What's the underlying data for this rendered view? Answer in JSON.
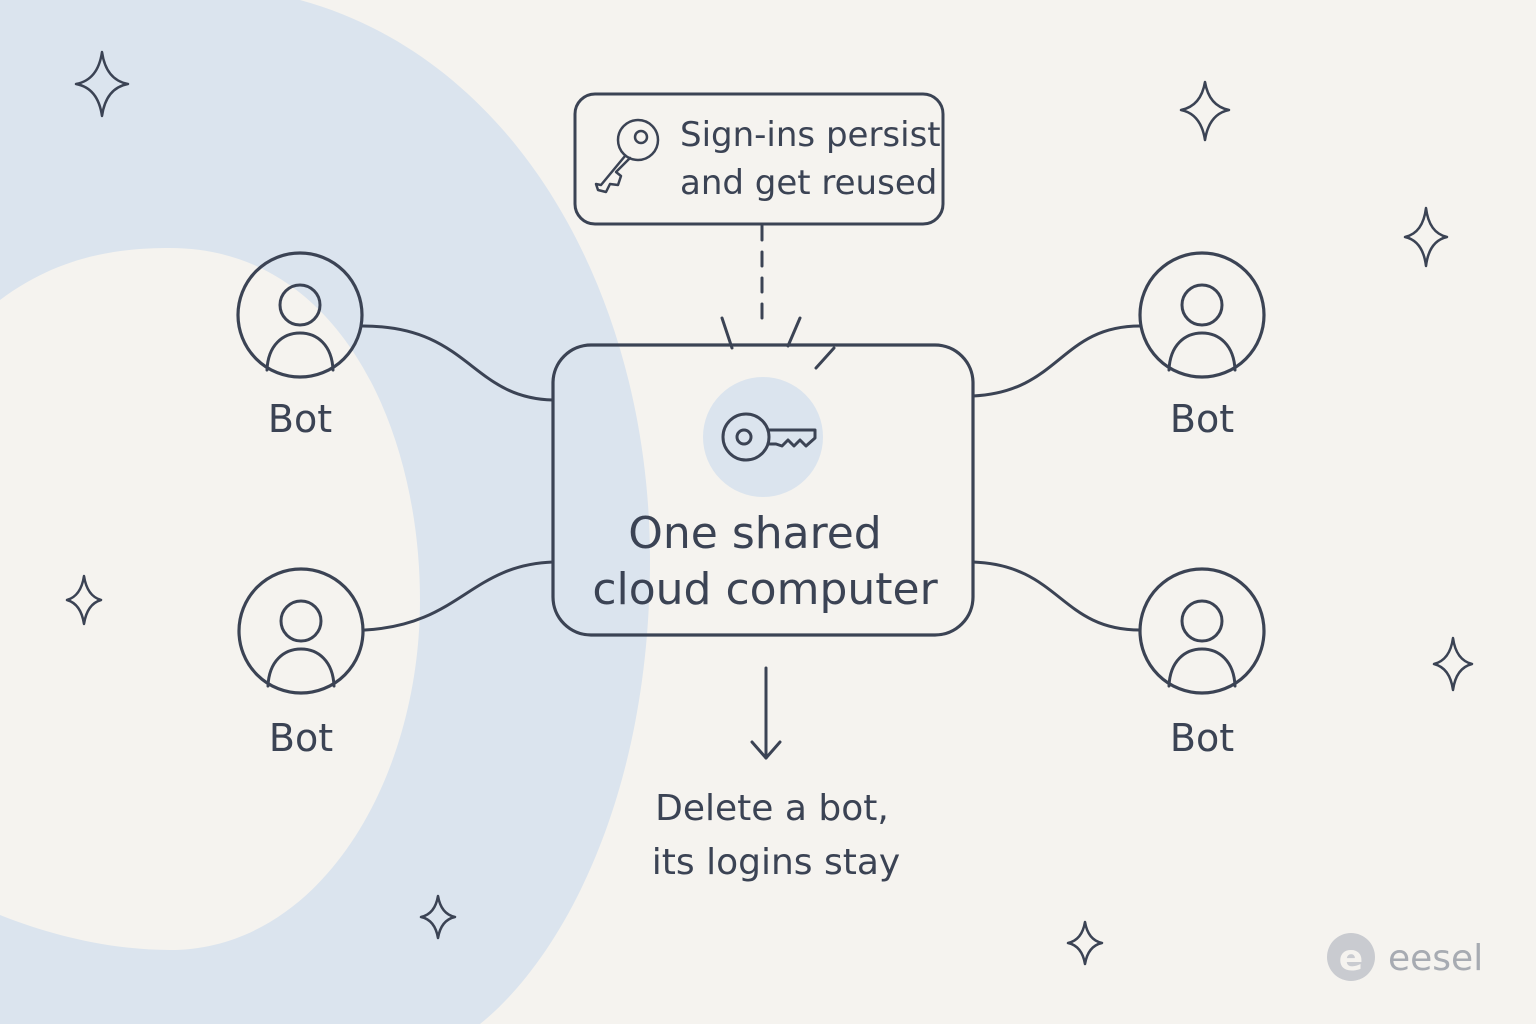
{
  "diagram": {
    "callout": {
      "line1": "Sign-ins persist",
      "line2": "and get reused",
      "icon": "key-icon"
    },
    "hub": {
      "line1": "One shared",
      "line2": "cloud computer",
      "icon": "key-icon"
    },
    "bots": [
      {
        "label": "Bot",
        "icon": "user-icon"
      },
      {
        "label": "Bot",
        "icon": "user-icon"
      },
      {
        "label": "Bot",
        "icon": "user-icon"
      },
      {
        "label": "Bot",
        "icon": "user-icon"
      }
    ],
    "outcome": {
      "line1": "Delete a bot,",
      "line2": "its logins stay"
    }
  },
  "brand": {
    "name": "eesel",
    "logo_letter": "e"
  },
  "colors": {
    "background": "#f5f3ef",
    "accent_blue": "#dbe4ee",
    "ink": "#3b4354",
    "brand_gray": "#a7abb2"
  }
}
